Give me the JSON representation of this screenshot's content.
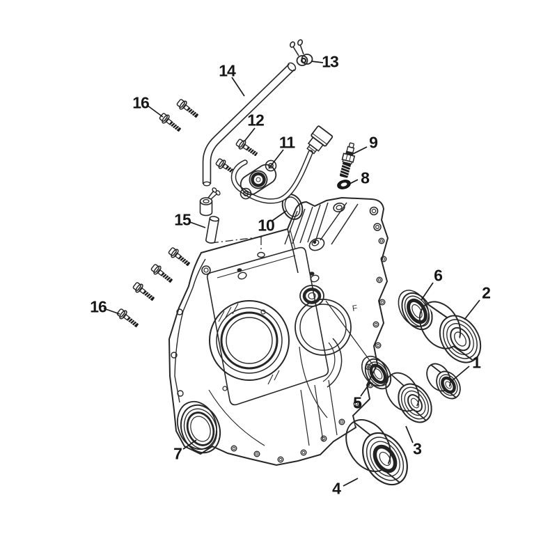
{
  "figure": {
    "type": "exploded-parts-diagram",
    "background": "#ffffff",
    "ink_color": "#262626",
    "dark_fill": "#1a1a1a",
    "casting_mark": "F",
    "callouts": [
      {
        "label": "1"
      },
      {
        "label": "2"
      },
      {
        "label": "3"
      },
      {
        "label": "4"
      },
      {
        "label": "5"
      },
      {
        "label": "6"
      },
      {
        "label": "7"
      },
      {
        "label": "8"
      },
      {
        "label": "9"
      },
      {
        "label": "10"
      },
      {
        "label": "11"
      },
      {
        "label": "12"
      },
      {
        "label": "13"
      },
      {
        "label": "14"
      },
      {
        "label": "15"
      },
      {
        "label": "16"
      },
      {
        "label": "16"
      }
    ]
  }
}
